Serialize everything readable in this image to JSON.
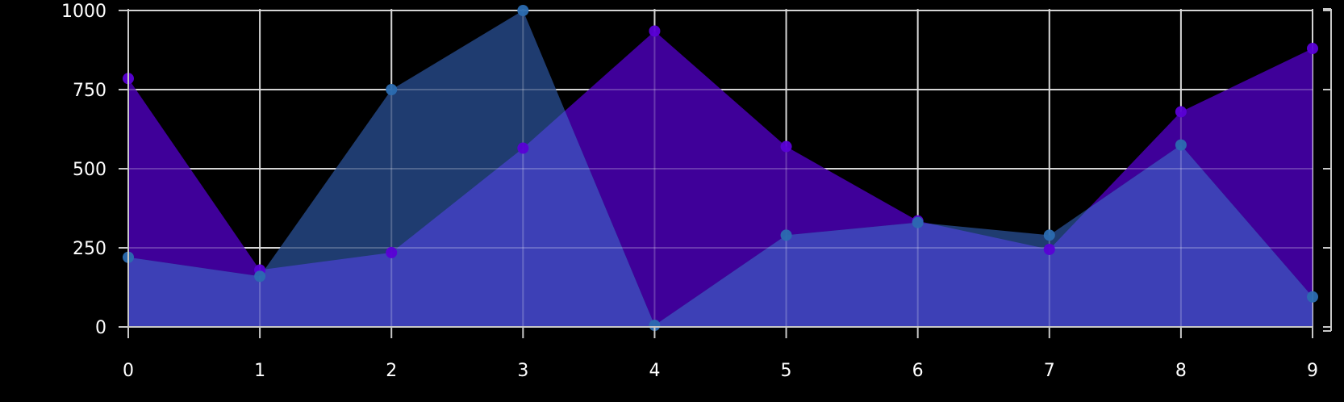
{
  "chart_data": {
    "type": "area",
    "title": "",
    "xlabel": "",
    "ylabel": "",
    "x": [
      0,
      1,
      2,
      3,
      4,
      5,
      6,
      7,
      8,
      9
    ],
    "xlim": [
      0,
      9
    ],
    "ylim": [
      0,
      1000
    ],
    "x_ticks": [
      "0",
      "1",
      "2",
      "3",
      "4",
      "5",
      "6",
      "7",
      "8",
      "9"
    ],
    "y_ticks": [
      "0",
      "250",
      "500",
      "750",
      "1000"
    ],
    "grid": true,
    "legend": "none",
    "series": [
      {
        "values": [
          785,
          180,
          235,
          565,
          935,
          570,
          335,
          245,
          680,
          880
        ],
        "color": "#3f0099",
        "point_color": "#5a00d6"
      },
      {
        "values": [
          220,
          160,
          750,
          1000,
          5,
          290,
          330,
          290,
          575,
          95
        ],
        "color": "#3b4bd6",
        "point_color": "#2b6bb0"
      }
    ],
    "colors": {
      "background": "#000000",
      "grid": "#c8c8c8",
      "overlap": "#3d40b6",
      "text": "#ffffff"
    }
  }
}
